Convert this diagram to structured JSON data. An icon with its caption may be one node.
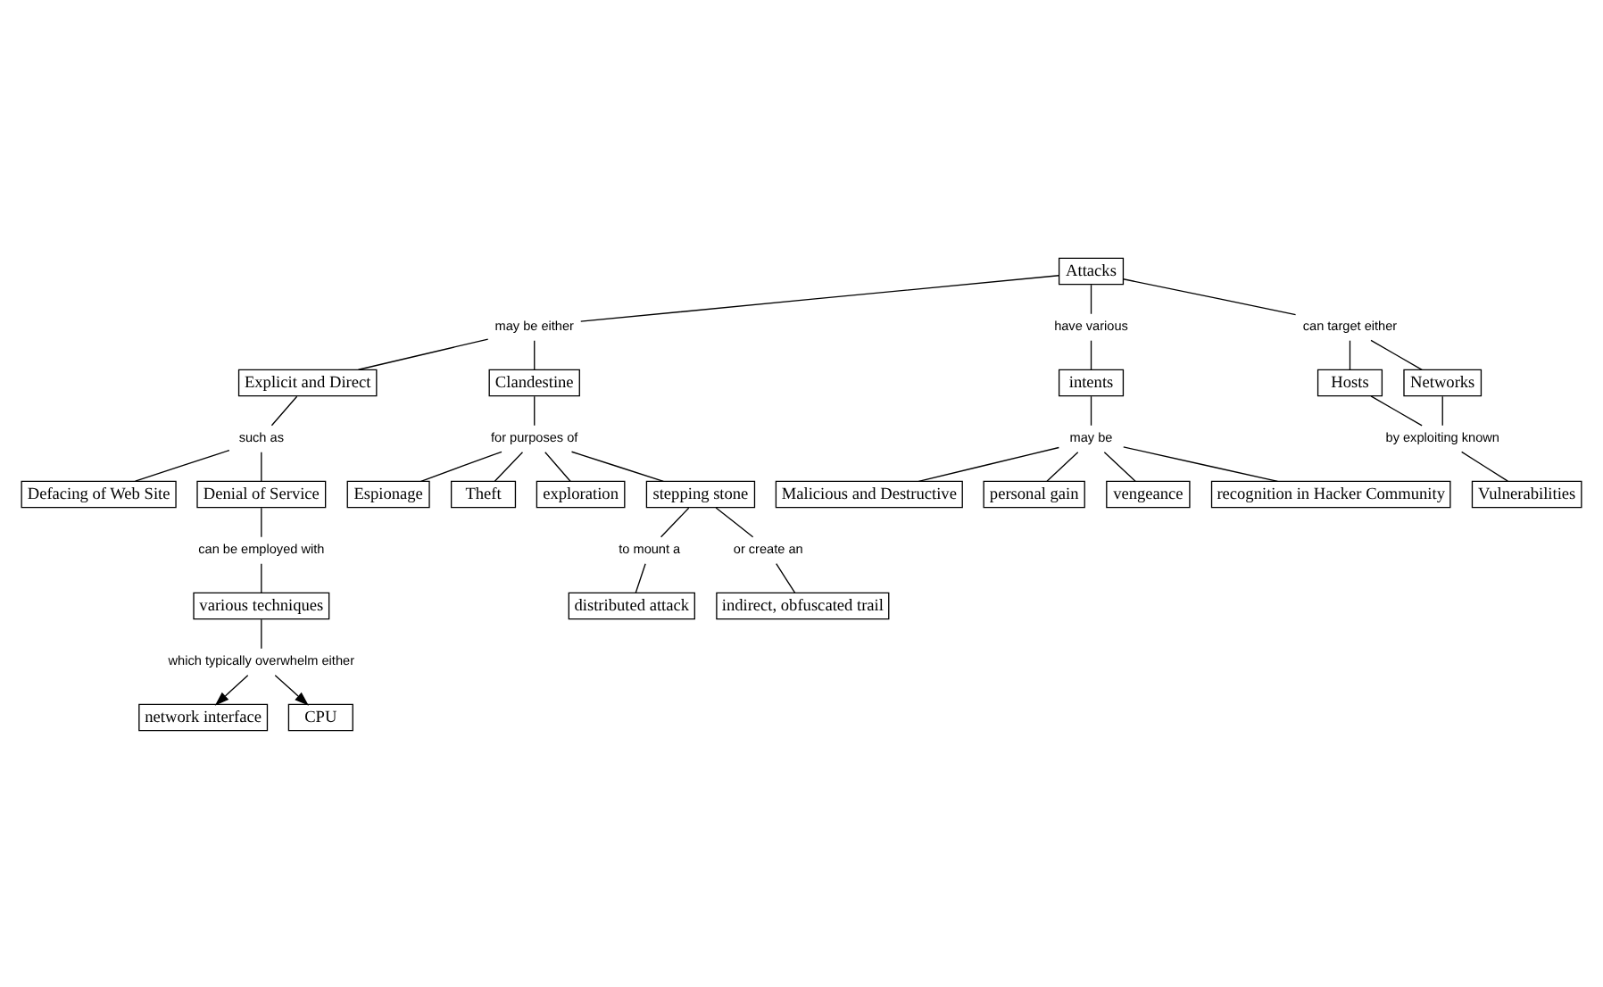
{
  "diagram": {
    "nodes": [
      {
        "text": [
          "Attacks"
        ]
      },
      {
        "text": [
          "may be either"
        ]
      },
      {
        "text": [
          "have various"
        ]
      },
      {
        "text": [
          "can target either"
        ]
      },
      {
        "text": [
          "Explicit and Direct"
        ]
      },
      {
        "text": [
          "Clandestine"
        ]
      },
      {
        "text": [
          "intents"
        ]
      },
      {
        "text": [
          "Hosts"
        ]
      },
      {
        "text": [
          "Networks"
        ]
      },
      {
        "text": [
          "such as"
        ]
      },
      {
        "text": [
          "for purposes of"
        ]
      },
      {
        "text": [
          "may be"
        ]
      },
      {
        "text": [
          "by exploiting known"
        ]
      },
      {
        "text": [
          "Defacing of Web Site"
        ]
      },
      {
        "text": [
          "Denial of Service"
        ]
      },
      {
        "text": [
          "Espionage"
        ]
      },
      {
        "text": [
          "Theft"
        ]
      },
      {
        "text": [
          "exploration"
        ]
      },
      {
        "text": [
          "stepping stone"
        ]
      },
      {
        "text": [
          "Malicious and Destructive"
        ]
      },
      {
        "text": [
          "personal gain"
        ]
      },
      {
        "text": [
          "vengeance"
        ]
      },
      {
        "text": [
          "recognition in Hacker Community"
        ]
      },
      {
        "text": [
          "Vulnerabilities"
        ]
      },
      {
        "text": [
          "can be employed with"
        ]
      },
      {
        "text": [
          "to mount a"
        ]
      },
      {
        "text": [
          "or create an"
        ]
      },
      {
        "text": [
          "various techniques"
        ]
      },
      {
        "text": [
          "distributed attack"
        ]
      },
      {
        "text": [
          "indirect, obfuscated trail"
        ]
      },
      {
        "text": [
          "which typically overwhelm either"
        ]
      },
      {
        "text": [
          "network interface"
        ]
      },
      {
        "text": [
          "CPU"
        ]
      }
    ],
    "edges": [
      {
        "from": 0,
        "to": 1,
        "arrow": "none"
      },
      {
        "from": 1,
        "to": 4,
        "arrow": "none"
      },
      {
        "from": 1,
        "to": 5,
        "arrow": "none"
      },
      {
        "from": 0,
        "to": 2,
        "arrow": "none"
      },
      {
        "from": 2,
        "to": 6,
        "arrow": "none"
      },
      {
        "from": 0,
        "to": 3,
        "arrow": "none"
      },
      {
        "from": 3,
        "to": 7,
        "arrow": "none"
      },
      {
        "from": 3,
        "to": 8,
        "arrow": "none"
      },
      {
        "from": 4,
        "to": 9,
        "arrow": "none"
      },
      {
        "from": 9,
        "to": 13,
        "arrow": "none"
      },
      {
        "from": 9,
        "to": 14,
        "arrow": "none"
      },
      {
        "from": 5,
        "to": 10,
        "arrow": "none"
      },
      {
        "from": 10,
        "to": 15,
        "arrow": "none"
      },
      {
        "from": 10,
        "to": 16,
        "arrow": "none"
      },
      {
        "from": 10,
        "to": 17,
        "arrow": "none"
      },
      {
        "from": 10,
        "to": 18,
        "arrow": "none"
      },
      {
        "from": 6,
        "to": 11,
        "arrow": "none"
      },
      {
        "from": 11,
        "to": 19,
        "arrow": "none"
      },
      {
        "from": 11,
        "to": 20,
        "arrow": "none"
      },
      {
        "from": 11,
        "to": 22,
        "arrow": "none"
      },
      {
        "from": 11,
        "to": 21,
        "arrow": "none"
      },
      {
        "from": 7,
        "to": 12,
        "arrow": "none"
      },
      {
        "from": 8,
        "to": 12,
        "arrow": "none"
      },
      {
        "from": 12,
        "to": 23,
        "arrow": "none"
      },
      {
        "from": 14,
        "to": 24,
        "arrow": "none"
      },
      {
        "from": 24,
        "to": 27,
        "arrow": "none"
      },
      {
        "from": 18,
        "to": 25,
        "arrow": "none"
      },
      {
        "from": 25,
        "to": 28,
        "arrow": "none"
      },
      {
        "from": 18,
        "to": 26,
        "arrow": "none"
      },
      {
        "from": 26,
        "to": 29,
        "arrow": "none"
      },
      {
        "from": 27,
        "to": 30,
        "arrow": "none"
      },
      {
        "from": 30,
        "to": 31,
        "arrow": "to"
      },
      {
        "from": 30,
        "to": 32,
        "arrow": "to"
      }
    ]
  }
}
